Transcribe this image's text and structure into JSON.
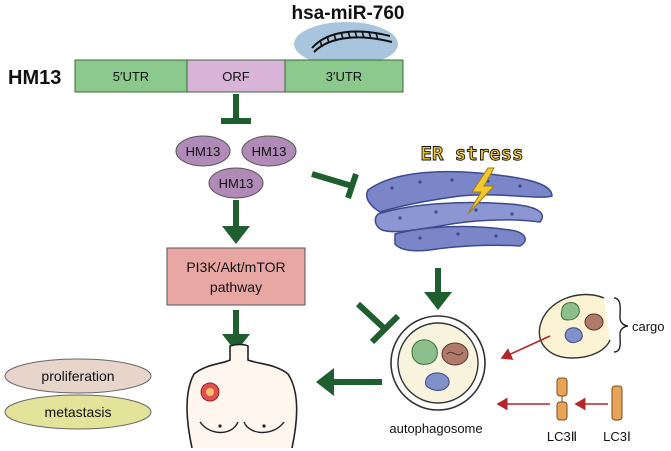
{
  "mirna_label": "hsa-miR-760",
  "gene_label": "HM13",
  "gene_segments": {
    "utr5": "5′UTR",
    "orf": "ORF",
    "utr3": "3′UTR"
  },
  "protein_labels": [
    "HM13",
    "HM13",
    "HM13"
  ],
  "er_stress_label": "ER stress",
  "pathway_label": {
    "line1": "PI3K/Akt/mTOR",
    "line2": "pathway"
  },
  "phenotypes": [
    "proliferation",
    "metastasis"
  ],
  "autophagosome_label": "autophagosome",
  "cargo_label": "cargo",
  "lc3_labels": {
    "lc3_ii": "LC3Ⅱ",
    "lc3_i": "LC3Ⅰ"
  },
  "colors": {
    "inhibit_arrow": "#1e5e2f",
    "red_arrow": "#b5262a",
    "gene_green": "#8cc98c",
    "gene_orf": "#d7b4d8",
    "mirna_blob": "#a9c5de",
    "protein_purple": "#b08bb7",
    "pathway_box": "#e8a7a3",
    "er_blue": "#7a86c8",
    "proliferation_fill": "#e7d5cc",
    "metastasis_fill": "#e4e39a",
    "lc3_orange": "#e8a55a"
  }
}
